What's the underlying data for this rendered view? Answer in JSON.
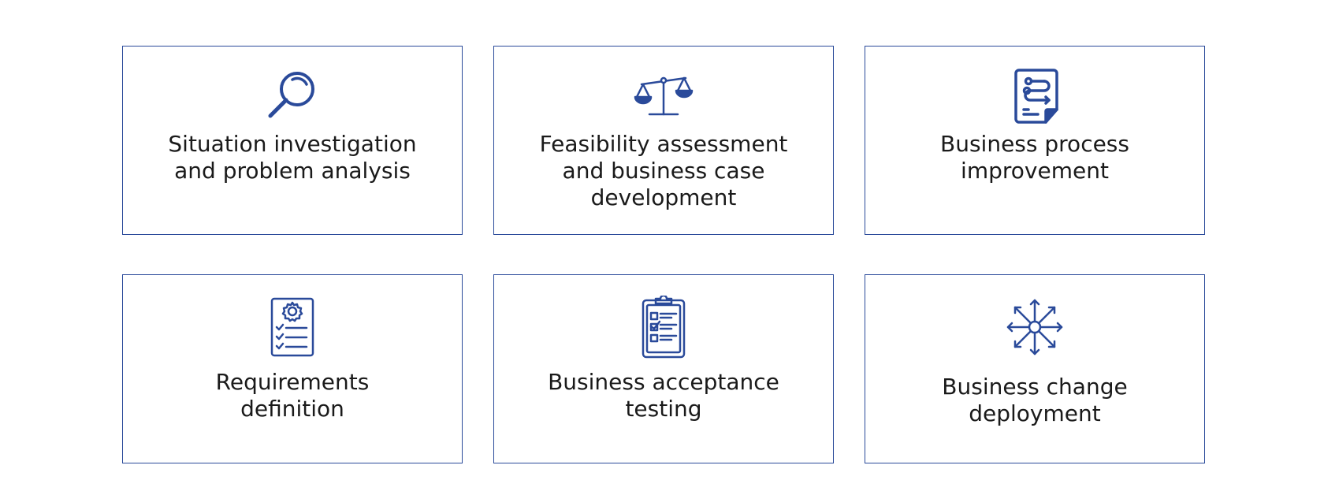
{
  "colors": {
    "accent": "#2a4a9a",
    "text": "#1a1a1a",
    "background": "#ffffff"
  },
  "cards": [
    {
      "icon": "magnifier-icon",
      "label": "Situation investigation\nand problem analysis"
    },
    {
      "icon": "balance-scale-icon",
      "label": "Feasibility assessment\nand business case\ndevelopment"
    },
    {
      "icon": "process-document-icon",
      "label": "Business process\nimprovement"
    },
    {
      "icon": "requirements-document-icon",
      "label": "Requirements\ndefinition"
    },
    {
      "icon": "clipboard-checklist-icon",
      "label": "Business acceptance\ntesting"
    },
    {
      "icon": "distribution-arrows-icon",
      "label": "Business change\ndeployment"
    }
  ]
}
